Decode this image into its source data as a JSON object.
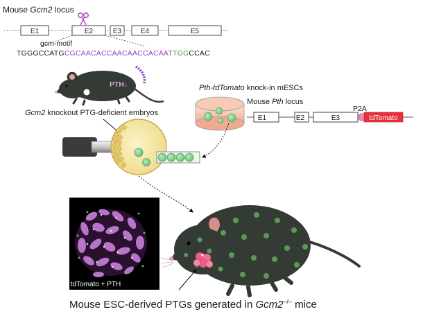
{
  "gcm2_locus": {
    "title_prefix": "Mouse ",
    "title_gene": "Gcm2",
    "title_suffix": " locus",
    "exons": [
      "E1",
      "E2",
      "E3",
      "E4",
      "E5"
    ],
    "motif_label": "gcm-motif",
    "seq_black_left": "TGGGCCATG",
    "seq_purple": "CGCAACACCAACAACCACAAT",
    "seq_green": "TGG",
    "seq_black_right": "CCAC"
  },
  "mouse_top": {
    "label": "PTH↓"
  },
  "knockout_caption": {
    "gene": "Gcm2",
    "rest": " knockout PTG-deficient embryos"
  },
  "mescs": {
    "gene": "Pth-tdTomato",
    "rest": " knock-in mESCs"
  },
  "pth_locus": {
    "title_prefix": "Mouse ",
    "title_gene": "Pth",
    "title_suffix": " locus",
    "exons": [
      "E1",
      "E2",
      "E3"
    ],
    "p2a": "P2A",
    "reporter": "tdTomato"
  },
  "micrograph": {
    "label": "tdTomato + PTH"
  },
  "bottom_caption": {
    "text": "Mouse ESC-derived PTGs generated in ",
    "gene": "Gcm2",
    "superscript": "–/–",
    "suffix": " mice"
  },
  "colors": {
    "purple": "#9b3fbf",
    "green": "#3aa64a",
    "tdtomato_red": "#e8303d",
    "mouse_dark": "#343b35",
    "spot_green": "#5a9a55",
    "embryo_yellow": "#f3e7a6"
  }
}
